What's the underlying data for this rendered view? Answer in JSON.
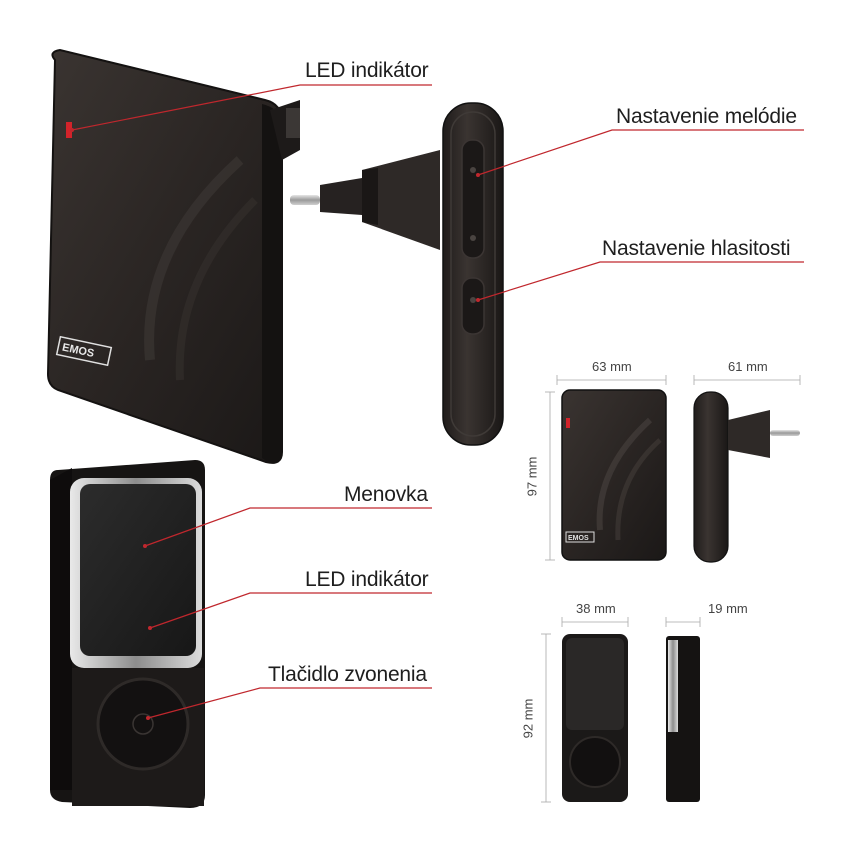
{
  "callouts": {
    "receiver_led": "LED indikátor",
    "melody_setting": "Nastavenie melódie",
    "volume_setting": "Nastavenie hlasitosti",
    "nameplate": "Menovka",
    "button_led": "LED indikátor",
    "ring_button": "Tlačidlo zvonenia"
  },
  "dimensions": {
    "receiver_width": "63 mm",
    "receiver_depth": "61 mm",
    "receiver_height": "97 mm",
    "button_width": "38 mm",
    "button_depth": "19 mm",
    "button_height": "92 mm"
  },
  "brand": {
    "logo_text": "EMOS"
  },
  "colors": {
    "callout_line": "#c0272d",
    "led_red": "#d2232a",
    "device_body": "#2b2624",
    "device_shadow": "#151312"
  }
}
